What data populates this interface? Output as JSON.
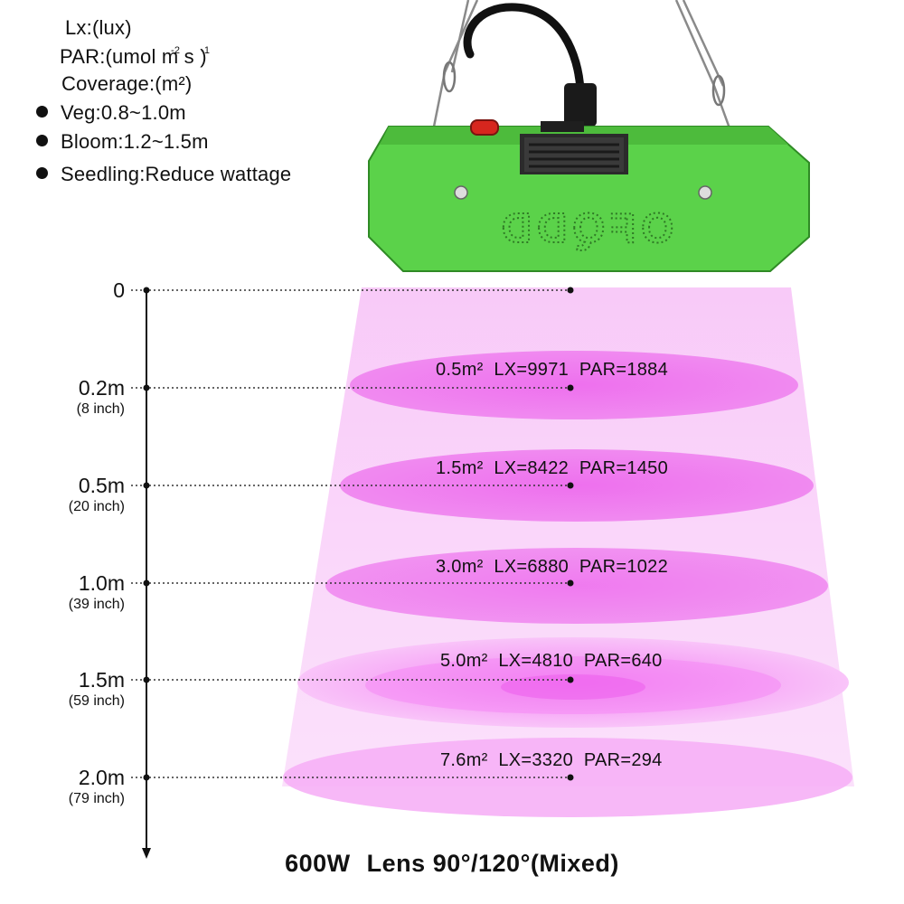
{
  "legend": {
    "lux": "Lx:(lux)",
    "par": "PAR:(umol m s  )",
    "par_exp1": "-2",
    "par_exp2": "-1",
    "coverage": "Coverage:(m²)",
    "veg": "Veg:0.8~1.0m",
    "bloom": "Bloom:1.2~1.5m",
    "seedling": "Seedling:Reduce wattage"
  },
  "lamp": {
    "brand": "OFQDD",
    "colors": {
      "body": "#5bd24a",
      "top": "#4dbb3c",
      "dark": "#2f8a25",
      "switch": "#d7261e"
    },
    "icons": [
      "power-cord-icon",
      "fan-grille-icon",
      "power-switch-icon",
      "hanging-wire-icon"
    ]
  },
  "chart_data": {
    "type": "diagram",
    "levels": [
      {
        "distance": "0",
        "inch": "",
        "coverage": "",
        "lx": "",
        "par": ""
      },
      {
        "distance": "0.2m",
        "inch": "(8 inch)",
        "coverage": "0.5m²",
        "lx": "LX=9971",
        "par": "PAR=1884"
      },
      {
        "distance": "0.5m",
        "inch": "(20 inch)",
        "coverage": "1.5m²",
        "lx": "LX=8422",
        "par": "PAR=1450"
      },
      {
        "distance": "1.0m",
        "inch": "(39 inch)",
        "coverage": "3.0m²",
        "lx": "LX=6880",
        "par": "PAR=1022"
      },
      {
        "distance": "1.5m",
        "inch": "(59 inch)",
        "coverage": "5.0m²",
        "lx": "LX=4810",
        "par": "PAR=640"
      },
      {
        "distance": "2.0m",
        "inch": "(79 inch)",
        "coverage": "7.6m²",
        "lx": "LX=3320",
        "par": "PAR=294"
      }
    ],
    "light_color": "#f08af0"
  },
  "footer": {
    "power": "600W",
    "lens": "Lens 90°/120°(Mixed)"
  }
}
